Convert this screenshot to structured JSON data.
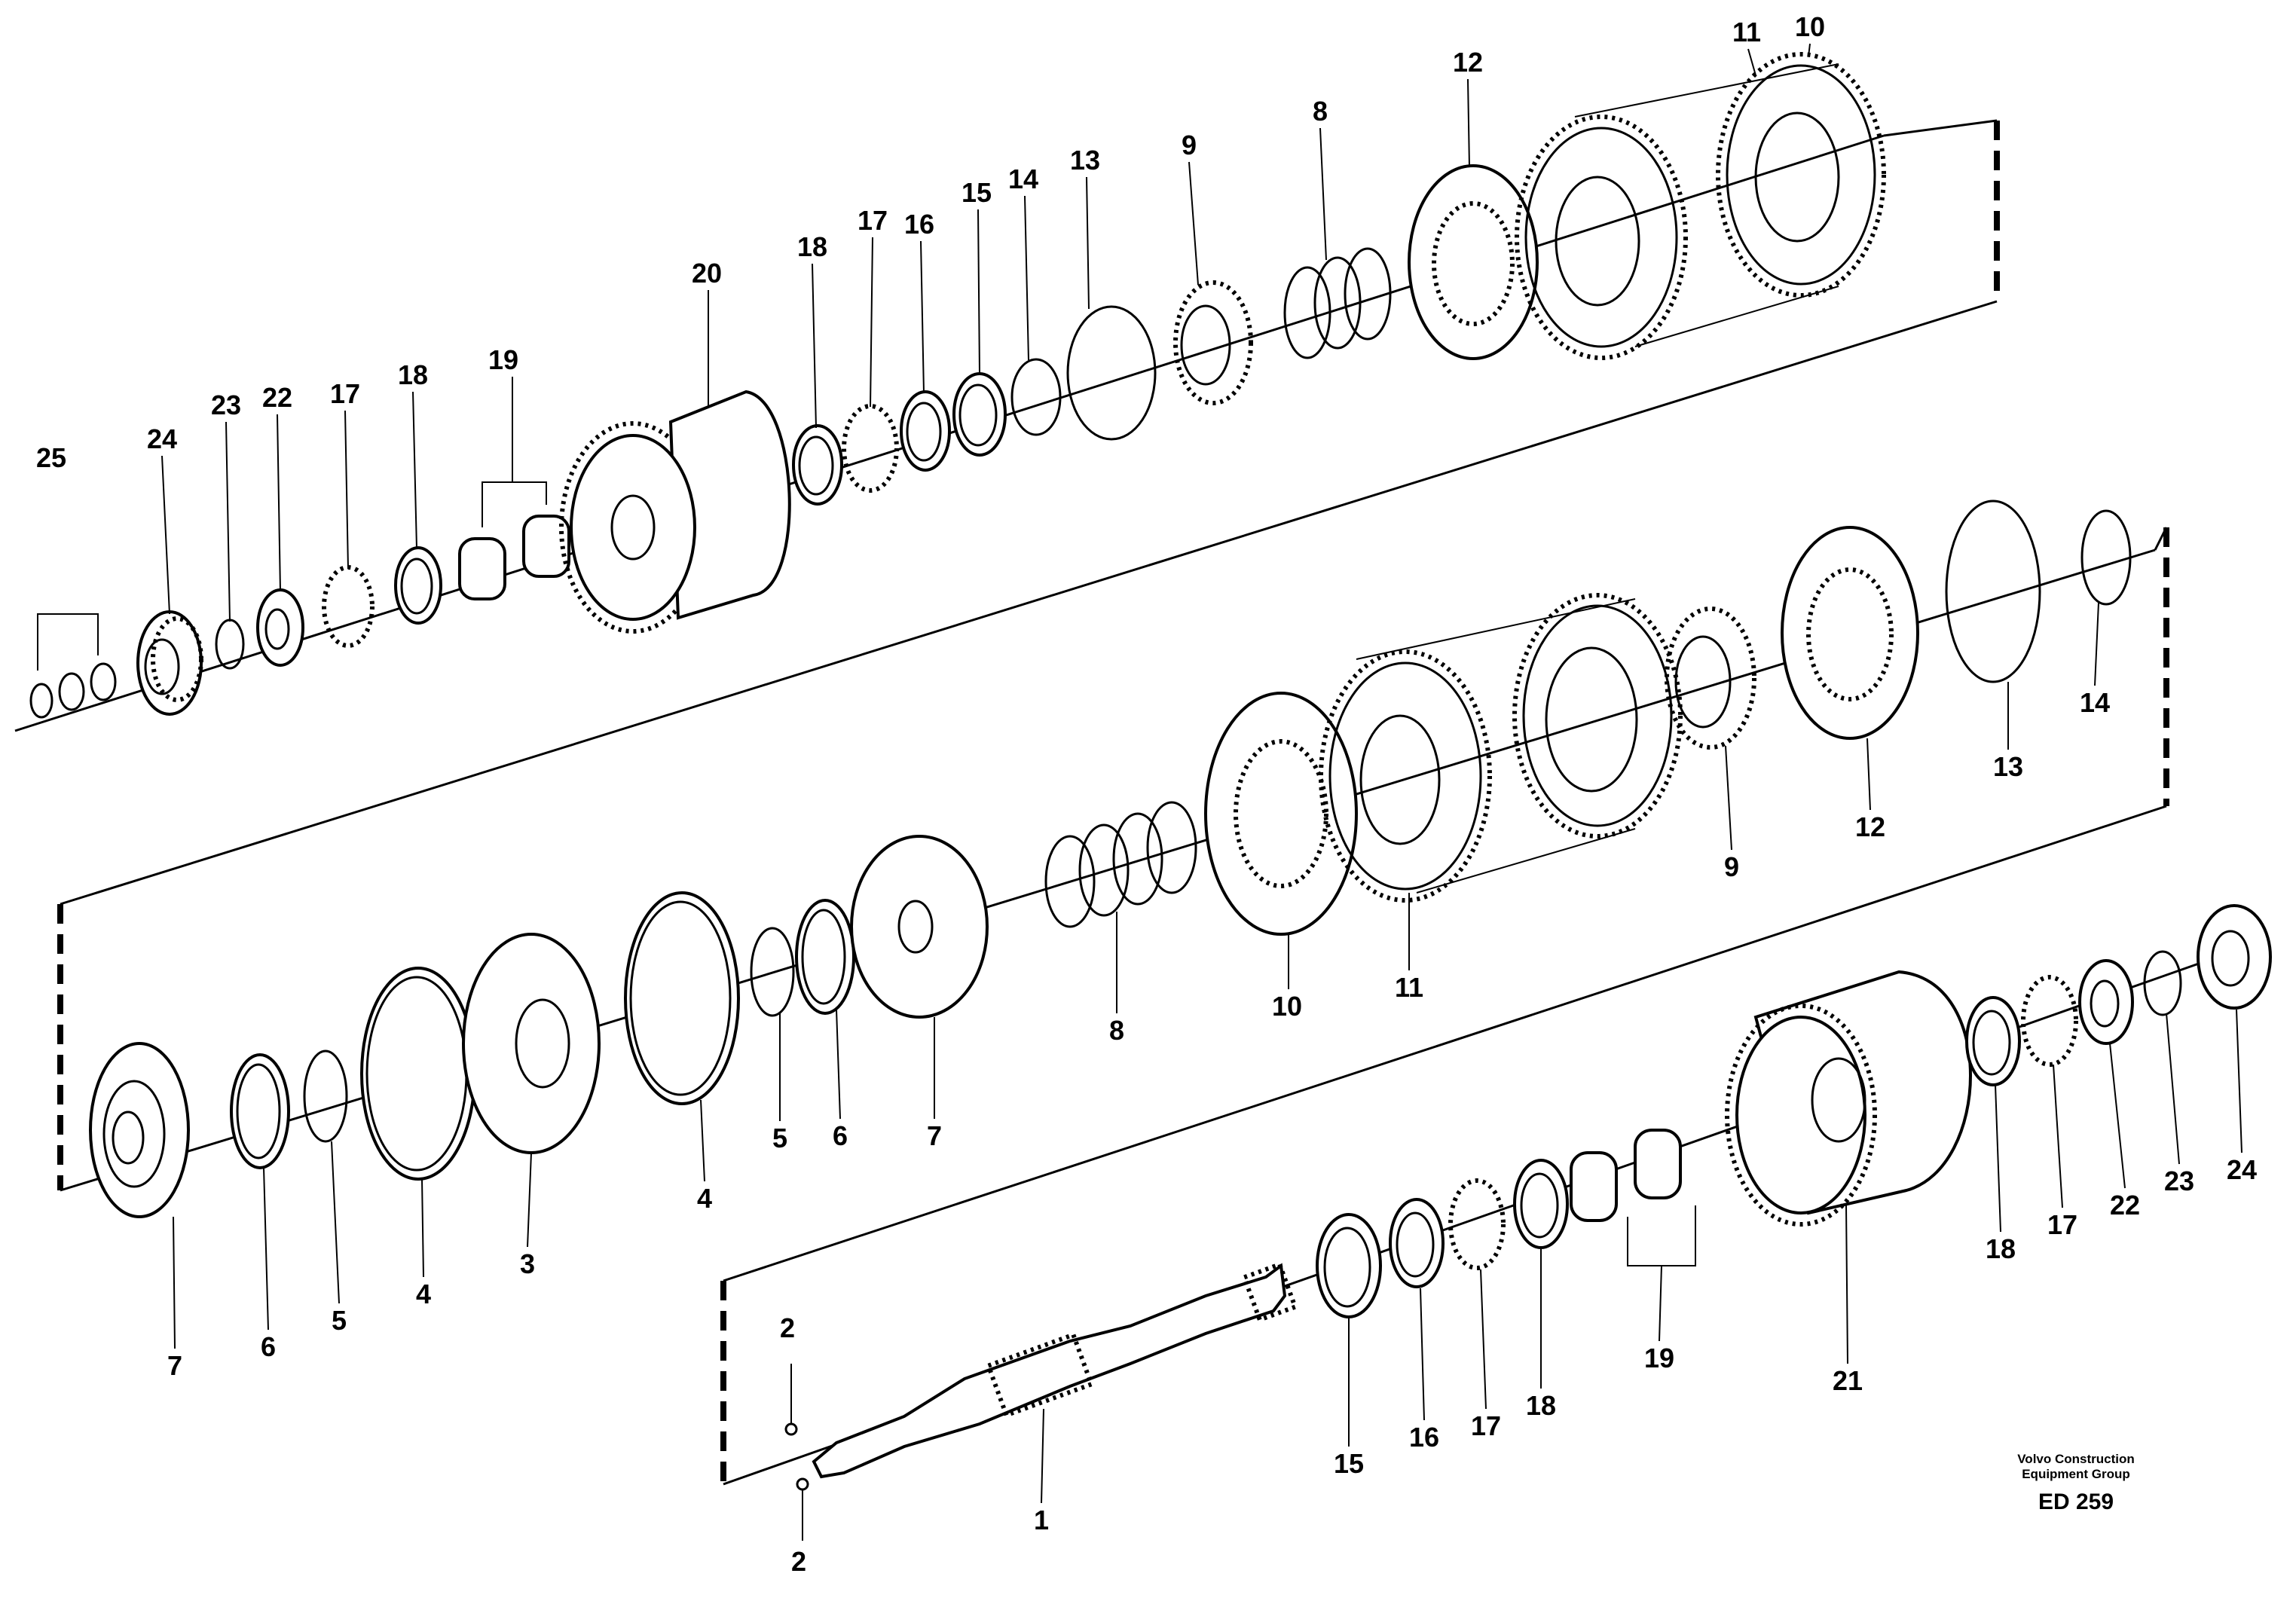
{
  "diagram": {
    "callouts": [
      "1",
      "2",
      "3",
      "4",
      "5",
      "6",
      "7",
      "8",
      "9",
      "10",
      "11",
      "12",
      "13",
      "14",
      "15",
      "16",
      "17",
      "18",
      "19",
      "20",
      "21",
      "22",
      "23",
      "24",
      "25"
    ],
    "credit_line1": "Volvo Construction",
    "credit_line2": "Equipment Group",
    "drawing_code": "ED 259",
    "colors": {
      "ink": "#000000",
      "paper": "#ffffff"
    }
  }
}
